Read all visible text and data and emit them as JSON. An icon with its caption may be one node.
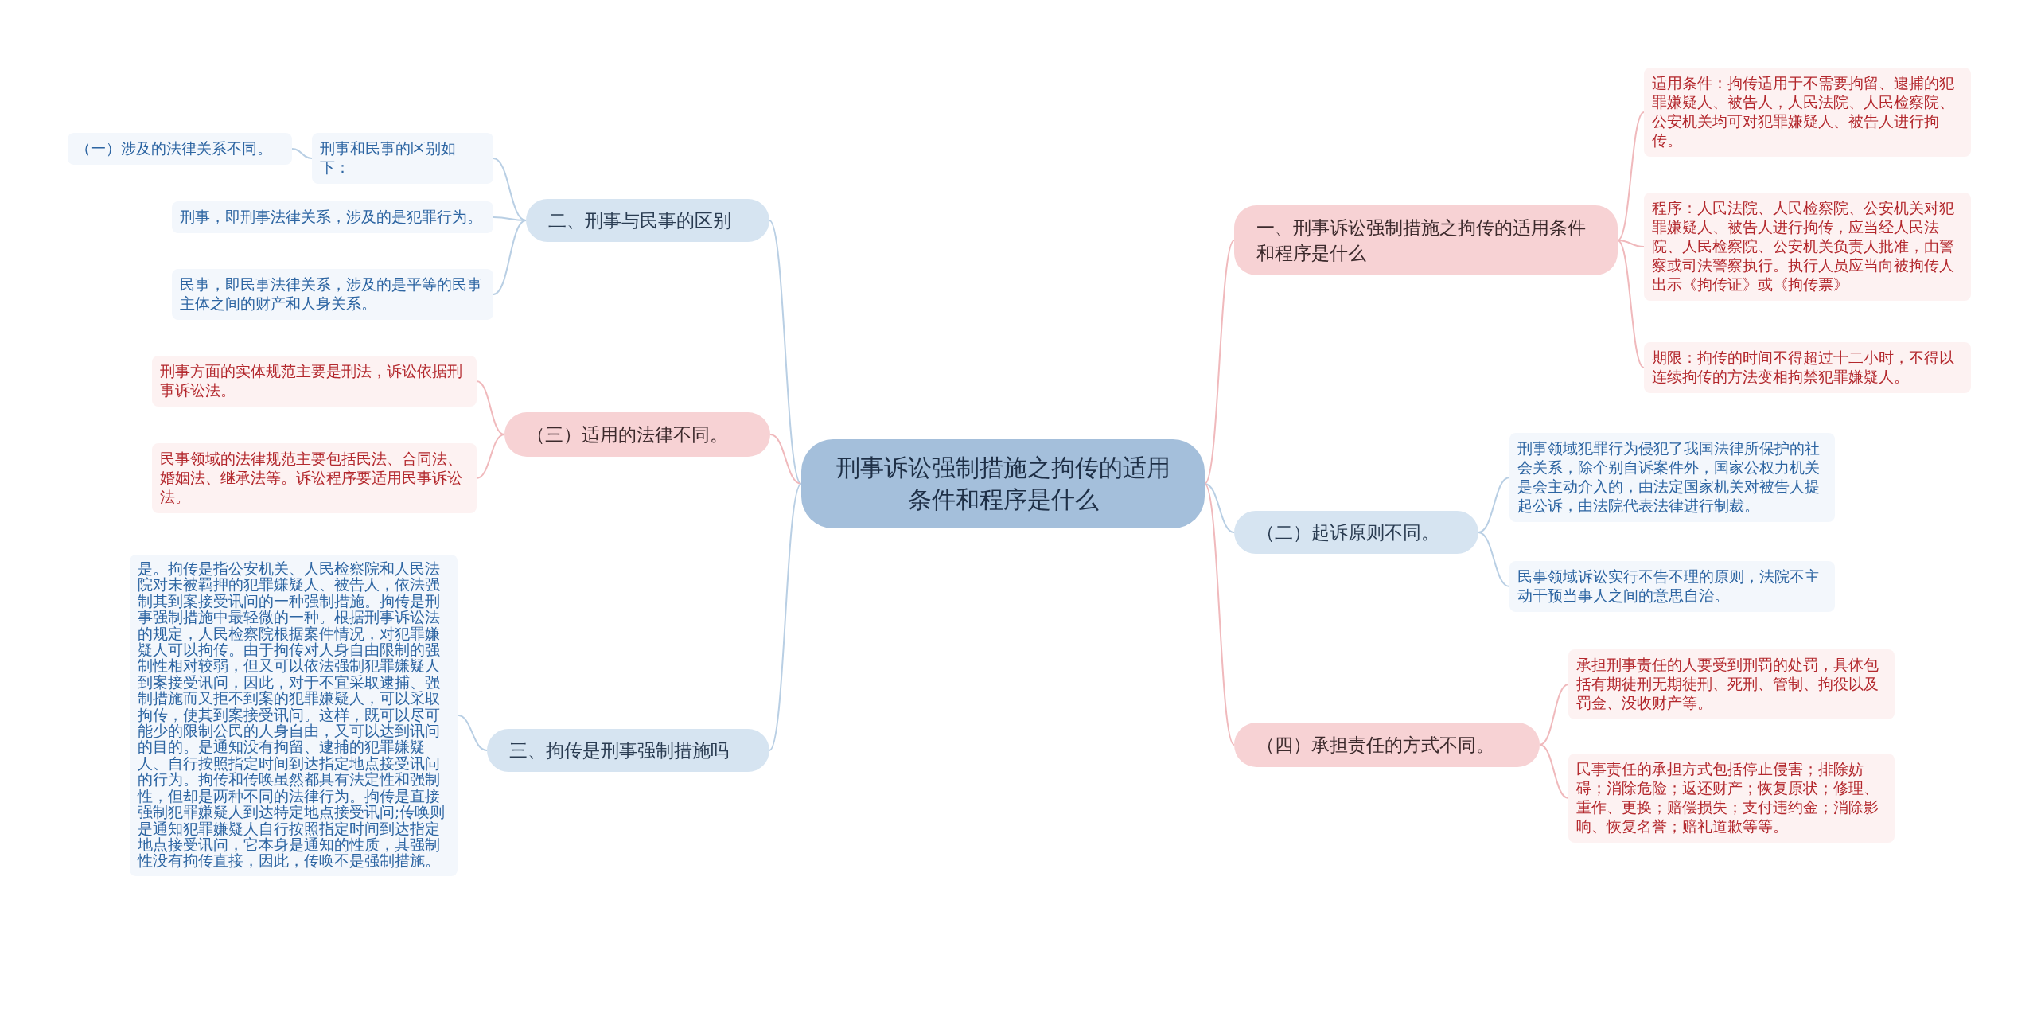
{
  "diagram": {
    "nodes": [
      {
        "text": [
          "刑事诉讼强制措施之拘传的适用条件和程序是什么"
        ]
      },
      {
        "text": [
          "一、刑事诉讼强制措施之拘传的适用条件和程序是什么"
        ]
      },
      {
        "text": [
          "适用条件：拘传适用于不需要拘留、逮捕的犯罪嫌疑人、被告人，人民法院、人民检察院、公安机关均可对犯罪嫌疑人、被告人进行拘传。"
        ]
      },
      {
        "text": [
          "程序：人民法院、人民检察院、公安机关对犯罪嫌疑人、被告人进行拘传，应当经人民法院、人民检察院、公安机关负责人批准，由警察或司法警察执行。执行人员应当向被拘传人出示《拘传证》或《拘传票》"
        ]
      },
      {
        "text": [
          "期限：拘传的时间不得超过十二小时，不得以连续拘传的方法变相拘禁犯罪嫌疑人。"
        ]
      },
      {
        "text": [
          "（二）起诉原则不同。"
        ]
      },
      {
        "text": [
          "刑事领域犯罪行为侵犯了我国法律所保护的社会关系，除个别自诉案件外，国家公权力机关是会主动介入的，由法定国家机关对被告人提起公诉，由法院代表法律进行制裁。"
        ]
      },
      {
        "text": [
          "民事领域诉讼实行不告不理的原则，法院不主动干预当事人之间的意思自治。"
        ]
      },
      {
        "text": [
          "（四）承担责任的方式不同。"
        ]
      },
      {
        "text": [
          "承担刑事责任的人要受到刑罚的处罚，具体包括有期徒刑无期徒刑、死刑、管制、拘役以及罚金、没收财产等。"
        ]
      },
      {
        "text": [
          "民事责任的承担方式包括停止侵害；排除妨碍；消除危险；返还财产；恢复原状；修理、重作、更换；赔偿损失；支付违约金；消除影响、恢复名誉；赔礼道歉等等。"
        ]
      },
      {
        "text": [
          "二、刑事与民事的区别"
        ]
      },
      {
        "text": [
          "刑事和民事的区别如下："
        ]
      },
      {
        "text": [
          "（一）涉及的法律关系不同。"
        ]
      },
      {
        "text": [
          "刑事，即刑事法律关系，涉及的是犯罪行为。"
        ]
      },
      {
        "text": [
          "民事，即民事法律关系，涉及的是平等的民事主体之间的财产和人身关系。"
        ]
      },
      {
        "text": [
          "（三）适用的法律不同。"
        ]
      },
      {
        "text": [
          "刑事方面的实体规范主要是刑法，诉讼依据刑事诉讼法。"
        ]
      },
      {
        "text": [
          "民事领域的法律规范主要包括民法、合同法、婚姻法、继承法等。诉讼程序要适用民事诉讼法。"
        ]
      },
      {
        "text": [
          "三、拘传是刑事强制措施吗"
        ]
      },
      {
        "text": [
          "是。拘传是指公安机关、人民检察院和人民法院对未被羁押的犯罪嫌疑人、被告人，依法强制其到案接受讯问的一种强制措施。拘传是刑事强制措施中最轻微的一种。根据刑事诉讼法的规定，人民检察院根据案件情况，对犯罪嫌疑人可以拘传。由于拘传对人身自由限制的强制性相对较弱，但又可以依法强制犯罪嫌疑人到案接受讯问，因此，对于不宜采取逮捕、强制措施而又拒不到案的犯罪嫌疑人，可以采取拘传，使其到案接受讯问。这样，既可以尽可能少的限制公民的人身自由，又可以达到讯问的目的。是通知没有拘留、逮捕的犯罪嫌疑人、自行按照指定时间到达指定地点接受讯问的行为。拘传和传唤虽然都具有法定性和强制性，但却是两种不同的法律行为。拘传是直接强制犯罪嫌疑人到达特定地点接受讯问;传唤则是通知犯罪嫌疑人自行按照指定时间到达指定地点接受讯问，它本身是通知的性质，其强制性没有拘传直接，因此，传唤不是强制措施。"
        ]
      }
    ],
    "edges": [
      {
        "from": 0,
        "to": 1,
        "arrow": "none",
        "color": "#f0b9bc"
      },
      {
        "from": 1,
        "to": 2,
        "arrow": "none",
        "color": "#f0b9bc"
      },
      {
        "from": 1,
        "to": 3,
        "arrow": "none",
        "color": "#f0b9bc"
      },
      {
        "from": 1,
        "to": 4,
        "arrow": "none",
        "color": "#f0b9bc"
      },
      {
        "from": 0,
        "to": 5,
        "arrow": "none",
        "color": "#b9cfe4"
      },
      {
        "from": 5,
        "to": 6,
        "arrow": "none",
        "color": "#b9cfe4"
      },
      {
        "from": 5,
        "to": 7,
        "arrow": "none",
        "color": "#b9cfe4"
      },
      {
        "from": 0,
        "to": 8,
        "arrow": "none",
        "color": "#f0b9bc"
      },
      {
        "from": 8,
        "to": 9,
        "arrow": "none",
        "color": "#f0b9bc"
      },
      {
        "from": 8,
        "to": 10,
        "arrow": "none",
        "color": "#f0b9bc"
      },
      {
        "from": 0,
        "to": 11,
        "arrow": "none",
        "color": "#b9cfe4"
      },
      {
        "from": 11,
        "to": 12,
        "arrow": "none",
        "color": "#b9cfe4"
      },
      {
        "from": 12,
        "to": 13,
        "arrow": "none",
        "color": "#b9cfe4"
      },
      {
        "from": 11,
        "to": 14,
        "arrow": "none",
        "color": "#b9cfe4"
      },
      {
        "from": 11,
        "to": 15,
        "arrow": "none",
        "color": "#b9cfe4"
      },
      {
        "from": 0,
        "to": 16,
        "arrow": "none",
        "color": "#f0b9bc"
      },
      {
        "from": 16,
        "to": 17,
        "arrow": "none",
        "color": "#f0b9bc"
      },
      {
        "from": 16,
        "to": 18,
        "arrow": "none",
        "color": "#f0b9bc"
      },
      {
        "from": 0,
        "to": 19,
        "arrow": "none",
        "color": "#b9cfe4"
      },
      {
        "from": 19,
        "to": 20,
        "arrow": "none",
        "color": "#b9cfe4"
      }
    ]
  }
}
